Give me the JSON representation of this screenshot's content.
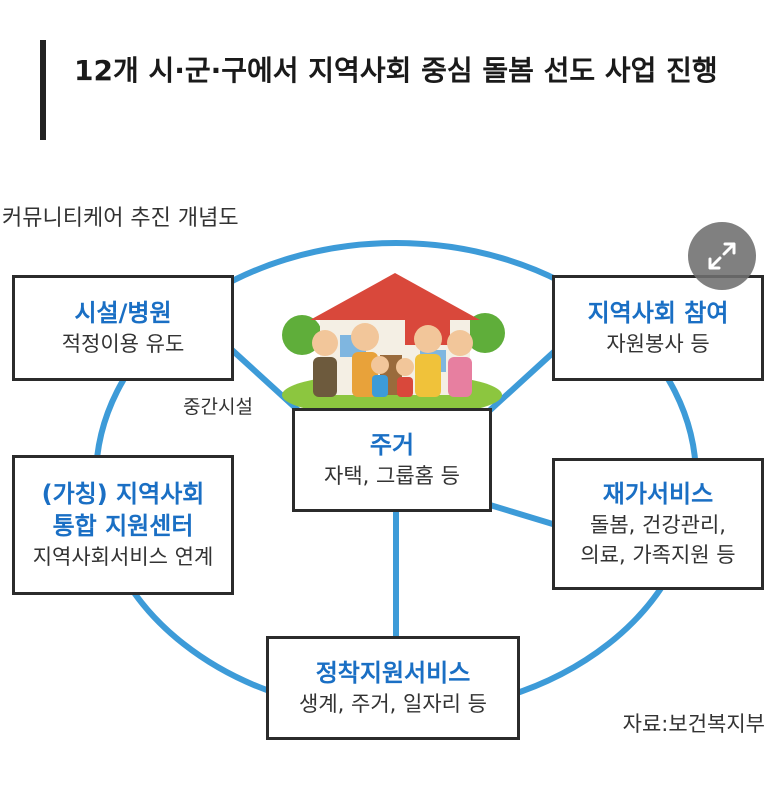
{
  "article": {
    "headline": "12개 시·군·구에서 지역사회 중심 돌봄 선도 사업 진행"
  },
  "figure": {
    "caption": "커뮤니티케어 추진 개념도",
    "source": "자료:보건복지부",
    "middle_facility_label": "중간시설"
  },
  "nodes": {
    "facility": {
      "title": "시설/병원",
      "desc": "적정이용 유도"
    },
    "community": {
      "title": "지역사회 참여",
      "desc": "자원봉사 등"
    },
    "housing": {
      "title": "주거",
      "desc": "자택, 그룹홈 등"
    },
    "center": {
      "title_line1": "(가칭) 지역사회",
      "title_line2": "통합 지원센터",
      "desc": "지역사회서비스 연계"
    },
    "homecare": {
      "title": "재가서비스",
      "desc_line1": "돌봄, 건강관리,",
      "desc_line2": "의료, 가족지원 등"
    },
    "settlement": {
      "title": "정착지원서비스",
      "desc": "생계, 주거, 일자리 등"
    }
  },
  "ui": {
    "expand_icon": "expand-arrows-icon"
  },
  "colors": {
    "accent_blue": "#1a6fc4",
    "connector_blue": "#3d9bd8",
    "box_border": "#2b2b2b"
  }
}
